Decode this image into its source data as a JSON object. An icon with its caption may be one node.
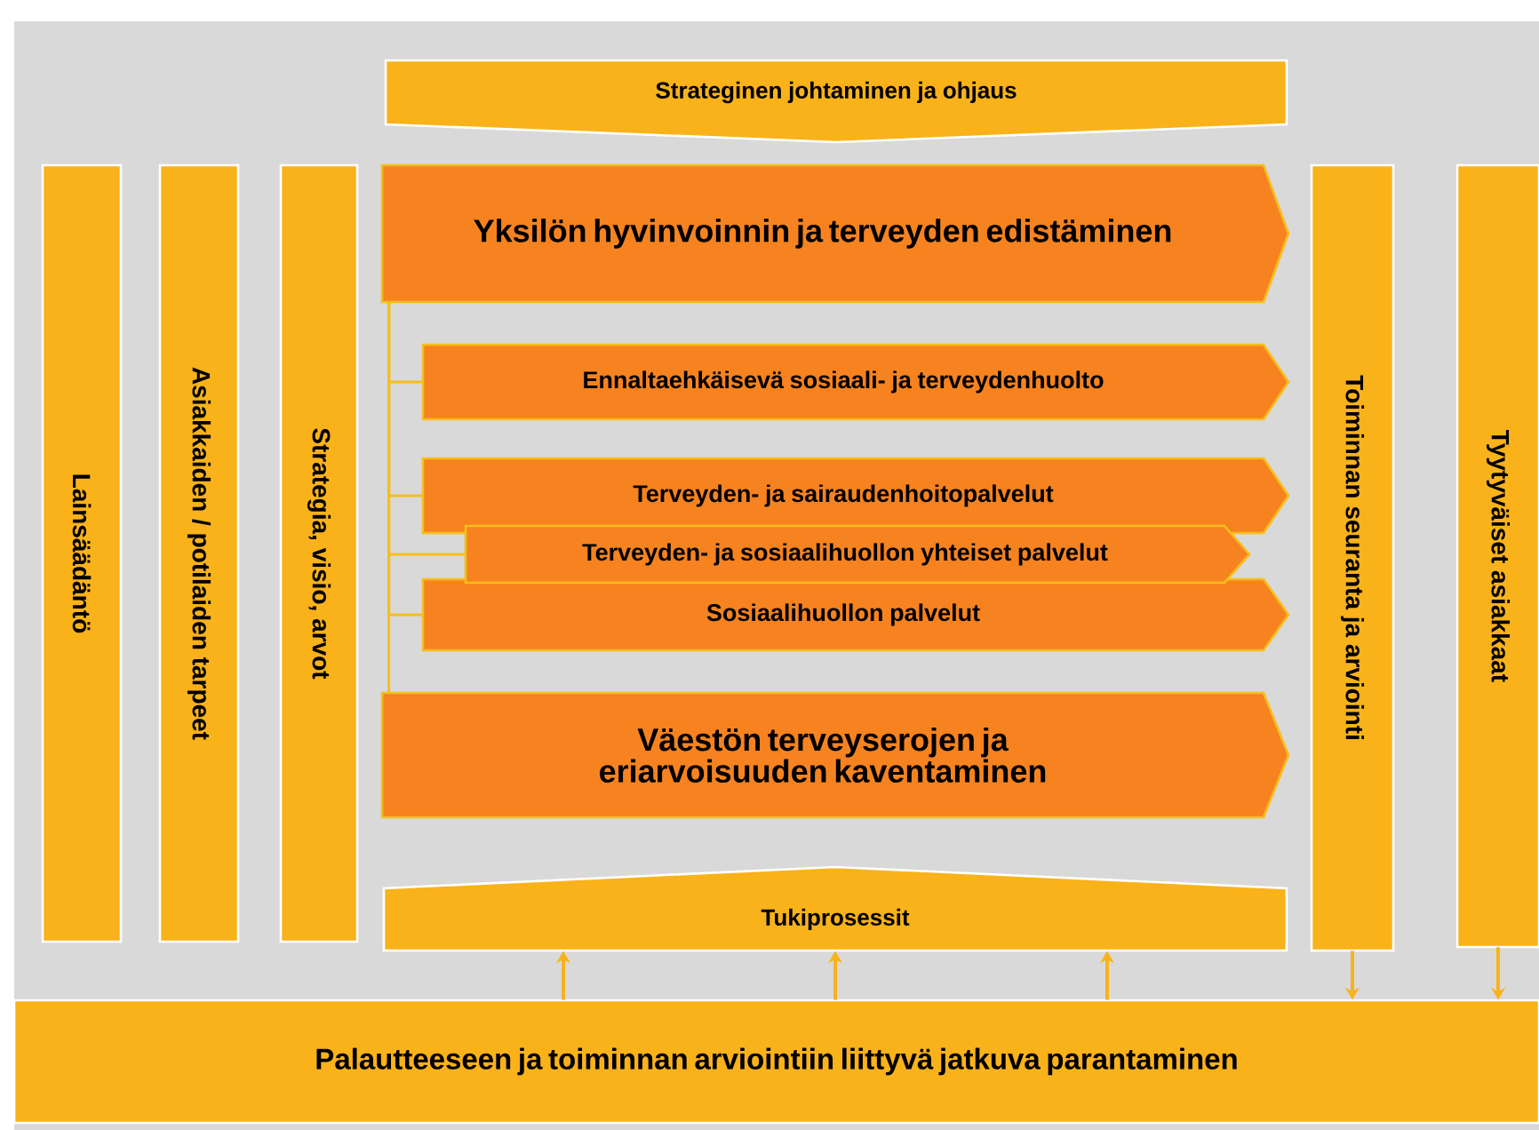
{
  "diagram": {
    "nodes": [
      {
        "text": [
          "Strateginen johtaminen ja ohjaus"
        ]
      },
      {
        "text": [
          "Lainsäädäntö"
        ]
      },
      {
        "text": [
          "Asiakkaiden / potilaiden tarpeet"
        ]
      },
      {
        "text": [
          "Strategia, visio, arvot"
        ]
      },
      {
        "text": [
          "Yksilön hyvinvoinnin ja terveyden edistäminen"
        ]
      },
      {
        "text": [
          "Ennaltaehkäisevä sosiaali- ja terveydenhuolto"
        ]
      },
      {
        "text": [
          "Terveyden- ja sairaudenhoitopalvelut"
        ]
      },
      {
        "text": [
          "Terveyden- ja sosiaalihuollon yhteiset palvelut"
        ]
      },
      {
        "text": [
          "Sosiaalihuollon palvelut"
        ]
      },
      {
        "text": [
          "Väestön terveyserojen ja eriarvoisuuden kaventaminen"
        ]
      },
      {
        "text": [
          "Tukiprosessit"
        ]
      },
      {
        "text": [
          "Toiminnan seuranta ja arviointi"
        ]
      },
      {
        "text": [
          "Tyytyväiset asiakkaat"
        ]
      },
      {
        "text": [
          "Palautteeseen ja toiminnan arviointiin liittyvä jatkuva parantaminen"
        ]
      }
    ],
    "edges": [
      {
        "from": 4,
        "to": 5,
        "arrow": "none"
      },
      {
        "from": 4,
        "to": 6,
        "arrow": "none"
      },
      {
        "from": 4,
        "to": 7,
        "arrow": "none"
      },
      {
        "from": 4,
        "to": 8,
        "arrow": "none"
      },
      {
        "from": 4,
        "to": 9,
        "arrow": "none"
      },
      {
        "from": 13,
        "to": 10,
        "arrow": "to"
      },
      {
        "from": 13,
        "to": 10,
        "arrow": "to"
      },
      {
        "from": 13,
        "to": 10,
        "arrow": "to"
      },
      {
        "from": 11,
        "to": 13,
        "arrow": "to"
      },
      {
        "from": 12,
        "to": 13,
        "arrow": "to"
      }
    ]
  }
}
